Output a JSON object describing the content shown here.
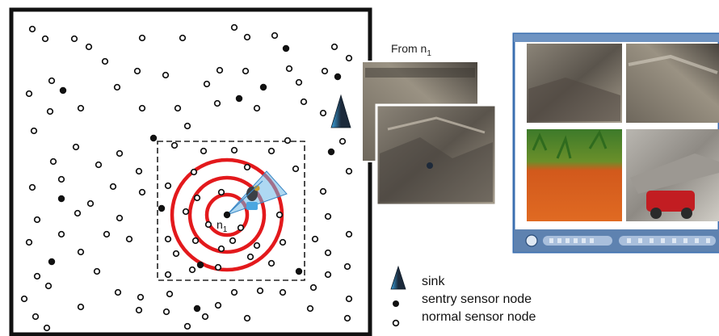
{
  "diagram": {
    "node_label": "n",
    "node_subscript": "1",
    "image_panel_caption_prefix": "From n",
    "image_panel_caption_subscript": "1",
    "legend": {
      "sink": "sink",
      "sentry": "sentry sensor node",
      "normal": "normal sensor node"
    }
  },
  "colors": {
    "rings": "#e3191c",
    "sink": "#1c2a3b",
    "sink_highlight": "#3aa3e0",
    "coverage_sector": "#6cb8e8",
    "window_frame": "#3b6fb0",
    "window_toolbar": "#5e82b0"
  },
  "icons": [
    "sink-icon",
    "sentry-node-icon",
    "normal-node-icon",
    "camera-icon"
  ]
}
